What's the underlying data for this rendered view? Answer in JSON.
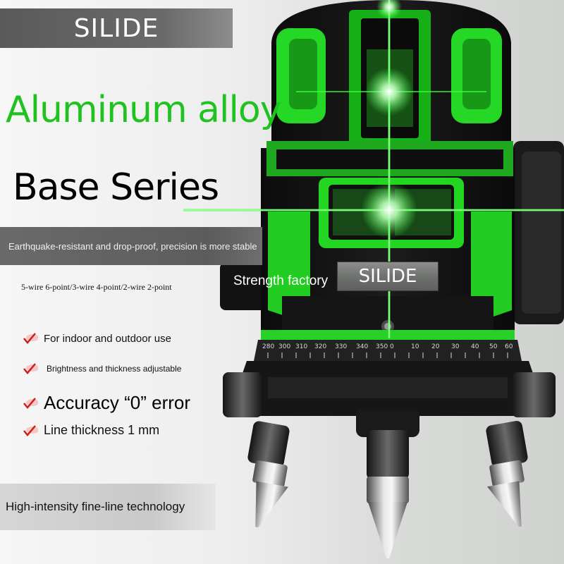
{
  "brand": {
    "name": "SILIDE"
  },
  "headline": {
    "line1": "Aluminum alloy",
    "line2": "Base Series"
  },
  "tagline": "Earthquake-resistant and drop-proof, precision is more stable",
  "wire_options": "5-wire 6-point/3-wire 4-point/2-wire 2-point",
  "device": {
    "strength_text": "Strength factory",
    "logo": "SILIDE",
    "scale_marks": [
      "280",
      "300",
      "310",
      "320",
      "330",
      "340",
      "350",
      "0",
      "10",
      "20",
      "30",
      "40",
      "50",
      "60"
    ]
  },
  "features": [
    {
      "icon": "check-icon",
      "text": "For indoor and outdoor use"
    },
    {
      "icon": "check-icon",
      "text": "Brightness and thickness adjustable"
    },
    {
      "icon": "check-icon",
      "text": "Accuracy “0” error"
    },
    {
      "icon": "check-icon",
      "text": "Line thickness 1 mm"
    }
  ],
  "bottom_banner": "High-intensity fine-line technology",
  "colors": {
    "accent_green": "#1fc21f",
    "laser_green": "#3cff3c",
    "check_red": "#d01c1c",
    "banner_gray": "#5f5f5f"
  }
}
